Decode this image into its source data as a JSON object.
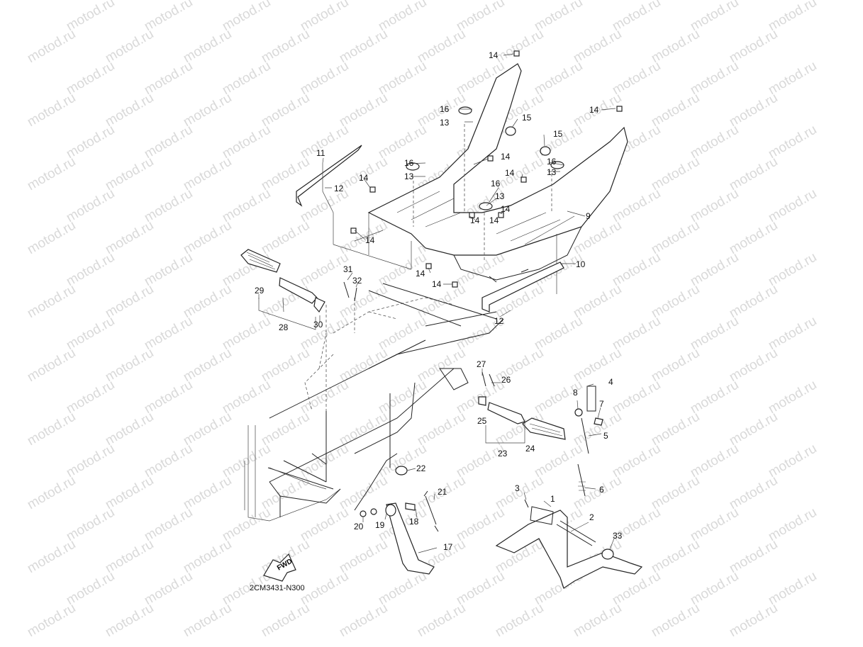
{
  "watermark": {
    "text": "motod.ru"
  },
  "drawing_code": "2CM3431-N300",
  "fwd_label": "FWD",
  "callouts": {
    "c1": "1",
    "c2": "2",
    "c3": "3",
    "c4": "4",
    "c5": "5",
    "c6": "6",
    "c7": "7",
    "c8": "8",
    "c9": "9",
    "c10": "10",
    "c11": "11",
    "c12a": "12",
    "c12b": "12",
    "c13a": "13",
    "c13b": "13",
    "c13c": "13",
    "c13d": "13",
    "c14a": "14",
    "c14b": "14",
    "c14c": "14",
    "c14d": "14",
    "c14e": "14",
    "c14f": "14",
    "c14g": "14",
    "c14h": "14",
    "c14i": "14",
    "c14j": "14",
    "c14k": "14",
    "c15a": "15",
    "c15b": "15",
    "c16a": "16",
    "c16b": "16",
    "c16c": "16",
    "c16d": "16",
    "c17": "17",
    "c18": "18",
    "c19": "19",
    "c20": "20",
    "c21": "21",
    "c22": "22",
    "c23": "23",
    "c24": "24",
    "c25": "25",
    "c26": "26",
    "c27": "27",
    "c28": "28",
    "c29": "29",
    "c30": "30",
    "c31": "31",
    "c32": "32",
    "c33": "33"
  }
}
